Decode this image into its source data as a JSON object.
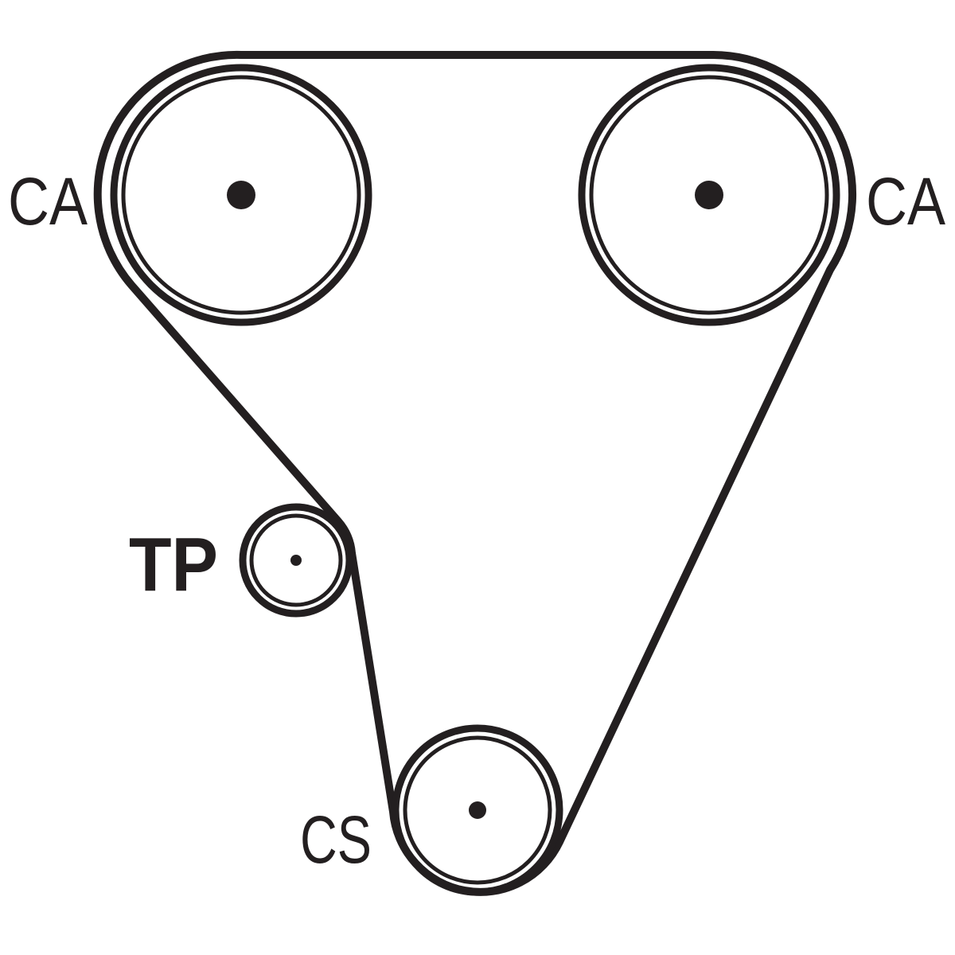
{
  "diagram": {
    "labels": {
      "cam_left": "CA",
      "cam_right": "CA",
      "tensioner": "TP",
      "crankshaft": "CS"
    }
  }
}
